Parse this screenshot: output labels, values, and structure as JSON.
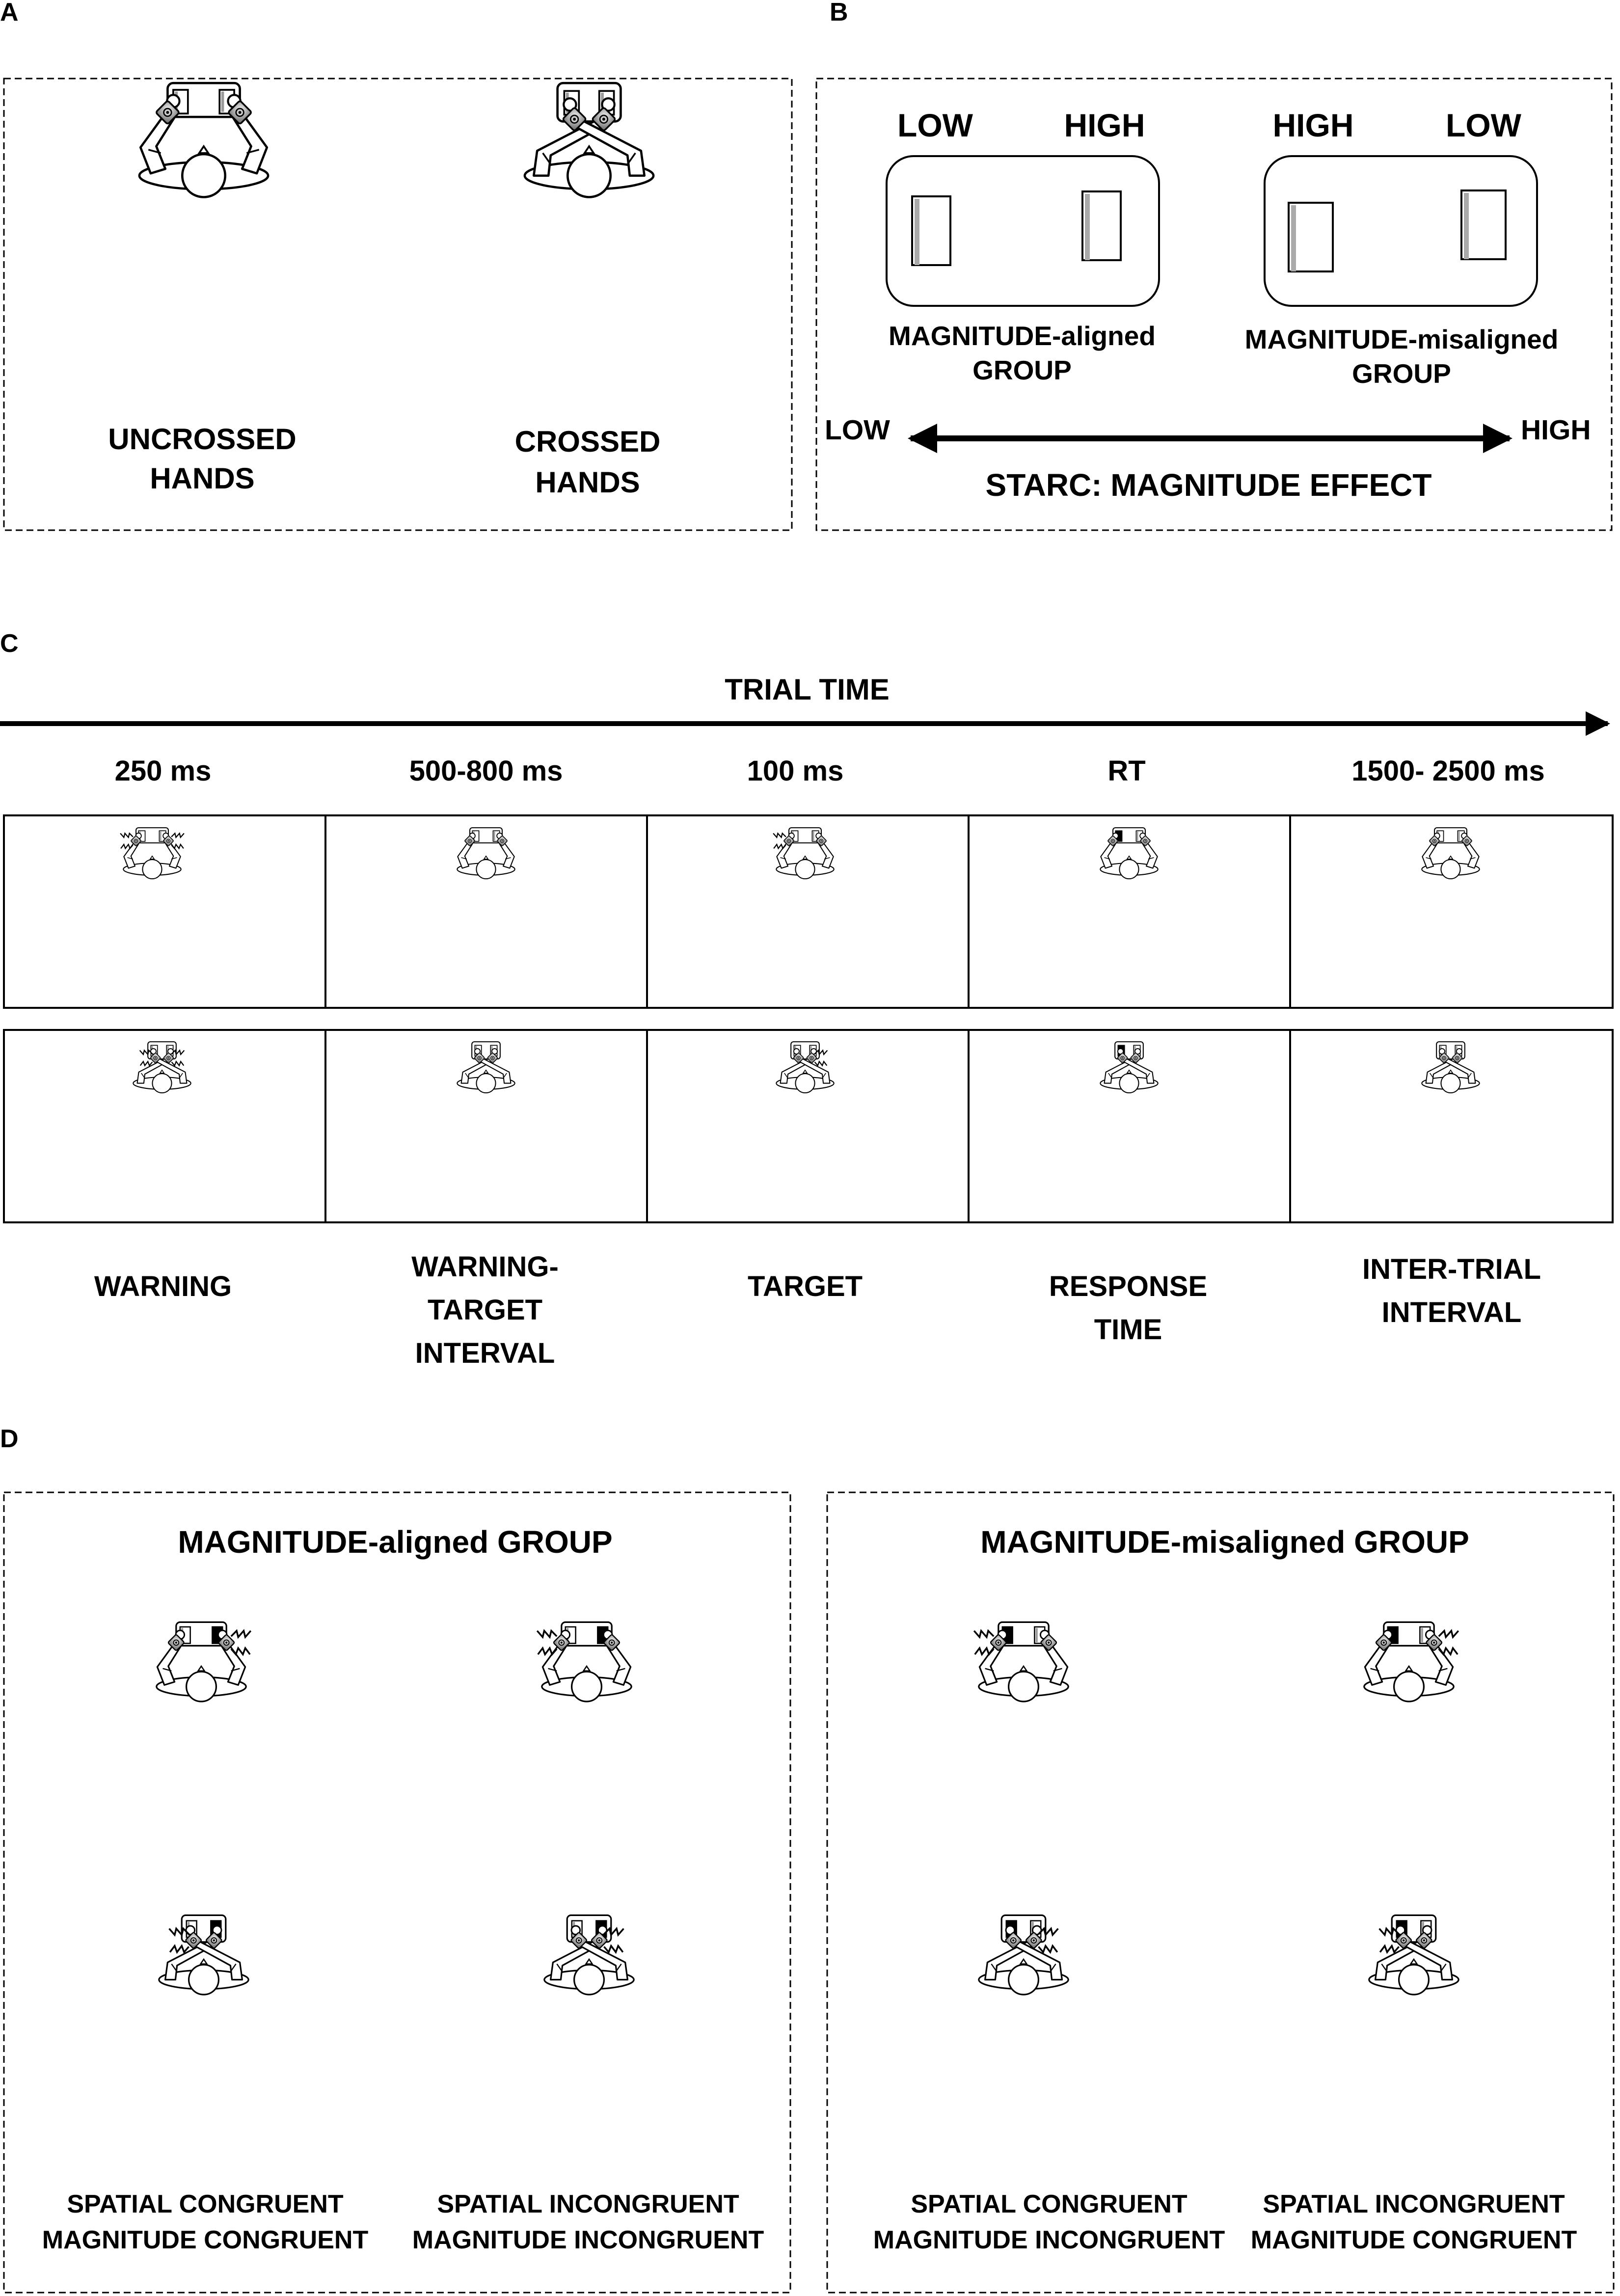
{
  "panel_a": {
    "letter": "A",
    "uncrossed": [
      "UNCROSSED",
      "HANDS"
    ],
    "crossed": [
      "CROSSED",
      "HANDS"
    ]
  },
  "panel_b": {
    "letter": "B",
    "aligned_low": "LOW",
    "aligned_high": "HIGH",
    "misaligned_high": "HIGH",
    "misaligned_low": "LOW",
    "aligned_group": [
      "MAGNITUDE-aligned",
      "GROUP"
    ],
    "misaligned_group": [
      "MAGNITUDE-misaligned",
      "GROUP"
    ],
    "axis_low": "LOW",
    "axis_high": "HIGH",
    "effect": "STARC: MAGNITUDE EFFECT"
  },
  "panel_c": {
    "letter": "C",
    "trial_time": "TRIAL TIME",
    "durations": [
      "250 ms",
      "500-800 ms",
      "100 ms",
      "RT",
      "1500- 2500 ms"
    ],
    "phases": [
      [
        "WARNING"
      ],
      [
        "WARNING-",
        "TARGET",
        "INTERVAL"
      ],
      [
        "TARGET"
      ],
      [
        "RESPONSE",
        "TIME"
      ],
      [
        "INTER-TRIAL",
        "INTERVAL"
      ]
    ]
  },
  "panel_d": {
    "letter": "D",
    "aligned_title": "MAGNITUDE-aligned GROUP",
    "misaligned_title": "MAGNITUDE-misaligned GROUP",
    "captions": [
      [
        "SPATIAL CONGRUENT",
        "MAGNITUDE CONGRUENT"
      ],
      [
        "SPATIAL INCONGRUENT",
        "MAGNITUDE INCONGRUENT"
      ],
      [
        "SPATIAL CONGRUENT",
        "MAGNITUDE INCONGRUENT"
      ],
      [
        "SPATIAL INCONGRUENT",
        "MAGNITUDE CONGRUENT"
      ]
    ]
  }
}
